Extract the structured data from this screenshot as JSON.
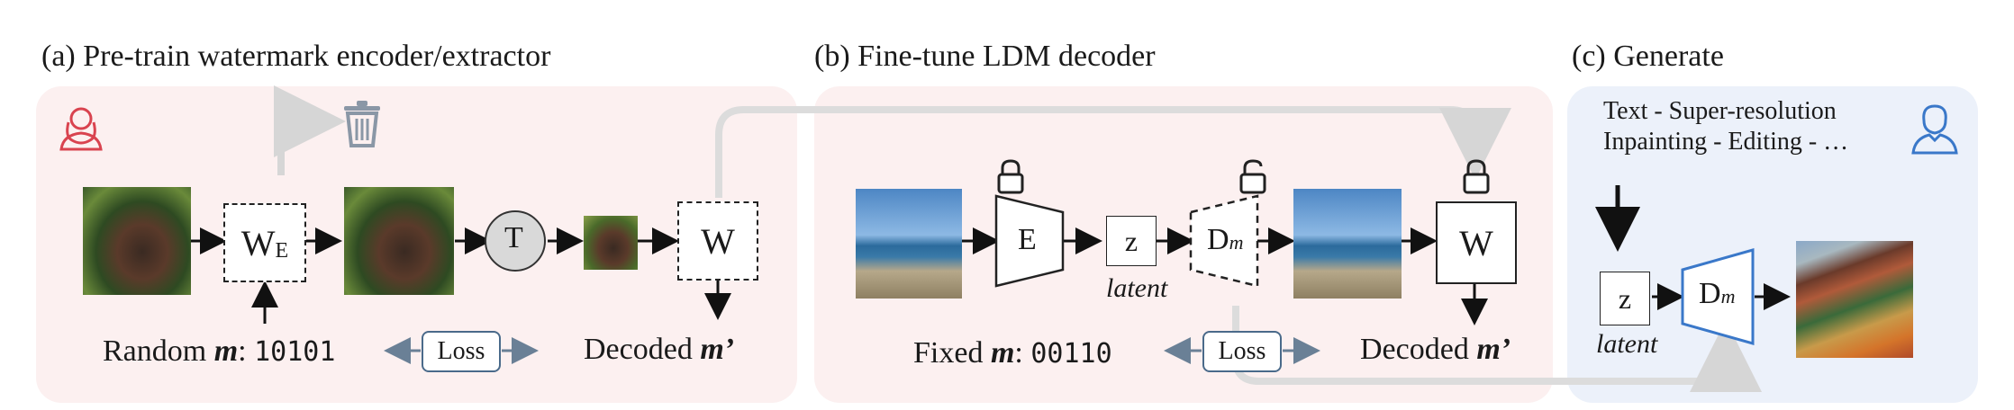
{
  "panel_a": {
    "title": "(a) Pre-train watermark encoder/extractor",
    "encoder_label": "W",
    "encoder_sub": "E",
    "transform_label": "T",
    "extractor_label": "W",
    "message_prefix": "Random ",
    "message_var": "m",
    "message_colon": ": ",
    "message_bits": "10101",
    "loss_label": "Loss",
    "decoded_prefix": "Decoded ",
    "decoded_var": "m’"
  },
  "panel_b": {
    "title": "(b) Fine-tune LDM decoder",
    "encoder_label": "E",
    "latent_box": "z",
    "latent_caption": "latent",
    "decoder_label": "D",
    "decoder_sub": "m",
    "extractor_label": "W",
    "message_prefix": "Fixed ",
    "message_var": "m",
    "message_colon": ": ",
    "message_bits": "00110",
    "loss_label": "Loss",
    "decoded_prefix": "Decoded ",
    "decoded_var": "m’"
  },
  "panel_c": {
    "title": "(c) Generate",
    "tasks_line1": "Text - Super-resolution",
    "tasks_line2": "Inpainting - Editing - …",
    "latent_box": "z",
    "latent_caption": "latent",
    "decoder_label": "D",
    "decoder_sub": "m"
  },
  "colors": {
    "panel_pink": "#fcf0f0",
    "panel_blue": "#ecf1fa",
    "accent_red": "#d9434f",
    "accent_blue": "#3a78c9",
    "flow_gray": "#dcdcdc"
  }
}
